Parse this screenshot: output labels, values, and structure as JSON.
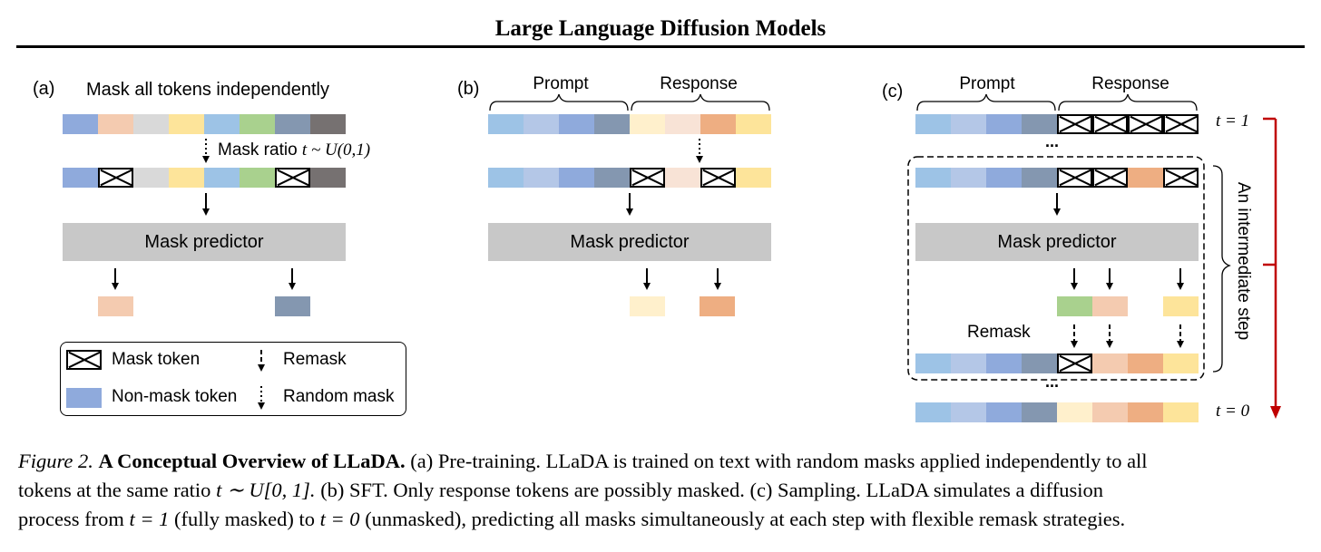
{
  "header": {
    "title": "Large Language Diffusion Models"
  },
  "colors": {
    "blue1": "#9dc3e6",
    "blue2": "#b4c7e7",
    "blue3": "#8faadc",
    "blue4": "#8497b0",
    "peach": "#f4cbb0",
    "light_peach": "#f8e3d6",
    "orange": "#eeae82",
    "yellow": "#fde49a",
    "cream": "#fff0cc",
    "gray": "#d9d9d9",
    "dark_gray": "#767171",
    "green": "#a9d18e",
    "predictor": "#c8c8c8",
    "red_arrow": "#c00000"
  },
  "panel_a": {
    "label": "(a)",
    "title": "Mask all tokens independently",
    "ratio_text": "Mask ratio",
    "ratio_formula": "t ~ U(0,1)",
    "predictor": "Mask predictor",
    "row1": [
      "blue3",
      "peach",
      "gray",
      "yellow",
      "blue1",
      "green",
      "blue4",
      "dark_gray"
    ],
    "row2": [
      "blue3",
      "mask",
      "gray",
      "yellow",
      "blue1",
      "green",
      "mask",
      "dark_gray"
    ],
    "outputs": [
      "peach",
      "blue4"
    ]
  },
  "panel_b": {
    "label": "(b)",
    "prompt_label": "Prompt",
    "response_label": "Response",
    "predictor": "Mask predictor",
    "row1": [
      "blue1",
      "blue2",
      "blue3",
      "blue4",
      "cream",
      "light_peach",
      "orange",
      "yellow"
    ],
    "row2": [
      "blue1",
      "blue2",
      "blue3",
      "blue4",
      "mask",
      "light_peach",
      "mask",
      "yellow"
    ],
    "outputs": [
      "cream",
      "orange"
    ]
  },
  "panel_c": {
    "label": "(c)",
    "prompt_label": "Prompt",
    "response_label": "Response",
    "predictor": "Mask predictor",
    "remask_label": "Remask",
    "t1_label": "t = 1",
    "t0_label": "t = 0",
    "step_label": "An intermediate step",
    "ellipsis": "...",
    "row_top": [
      "blue1",
      "blue2",
      "blue3",
      "blue4",
      "mask",
      "mask",
      "mask",
      "mask"
    ],
    "row_in": [
      "blue1",
      "blue2",
      "blue3",
      "blue4",
      "mask",
      "mask",
      "orange",
      "mask"
    ],
    "outputs": [
      "green",
      "peach",
      "",
      "yellow"
    ],
    "row_remask": [
      "blue1",
      "blue2",
      "blue3",
      "blue4",
      "mask",
      "peach",
      "orange",
      "yellow"
    ],
    "row_bottom": [
      "blue1",
      "blue2",
      "blue3",
      "blue4",
      "cream",
      "peach",
      "orange",
      "yellow"
    ]
  },
  "legend": {
    "mask_token": "Mask token",
    "non_mask_token": "Non-mask token",
    "remask": "Remask",
    "random_mask": "Random mask"
  },
  "caption": {
    "fig_label": "Figure 2.",
    "bold_title": "A Conceptual Overview of LLaDA.",
    "line1_rest": "(a) Pre-training. LLaDA is trained on text with random masks applied independently to all",
    "line2_a": "tokens at the same ratio",
    "line2_math": "t ∼ U[0, 1].",
    "line2_b": "(b) SFT. Only response tokens are possibly masked. (c) Sampling. LLaDA simulates a diffusion",
    "line3_a": "process from",
    "line3_m1": "t = 1",
    "line3_b": "(fully masked) to",
    "line3_m2": "t = 0",
    "line3_c": "(unmasked), predicting all masks simultaneously at each step with flexible remask strategies."
  }
}
